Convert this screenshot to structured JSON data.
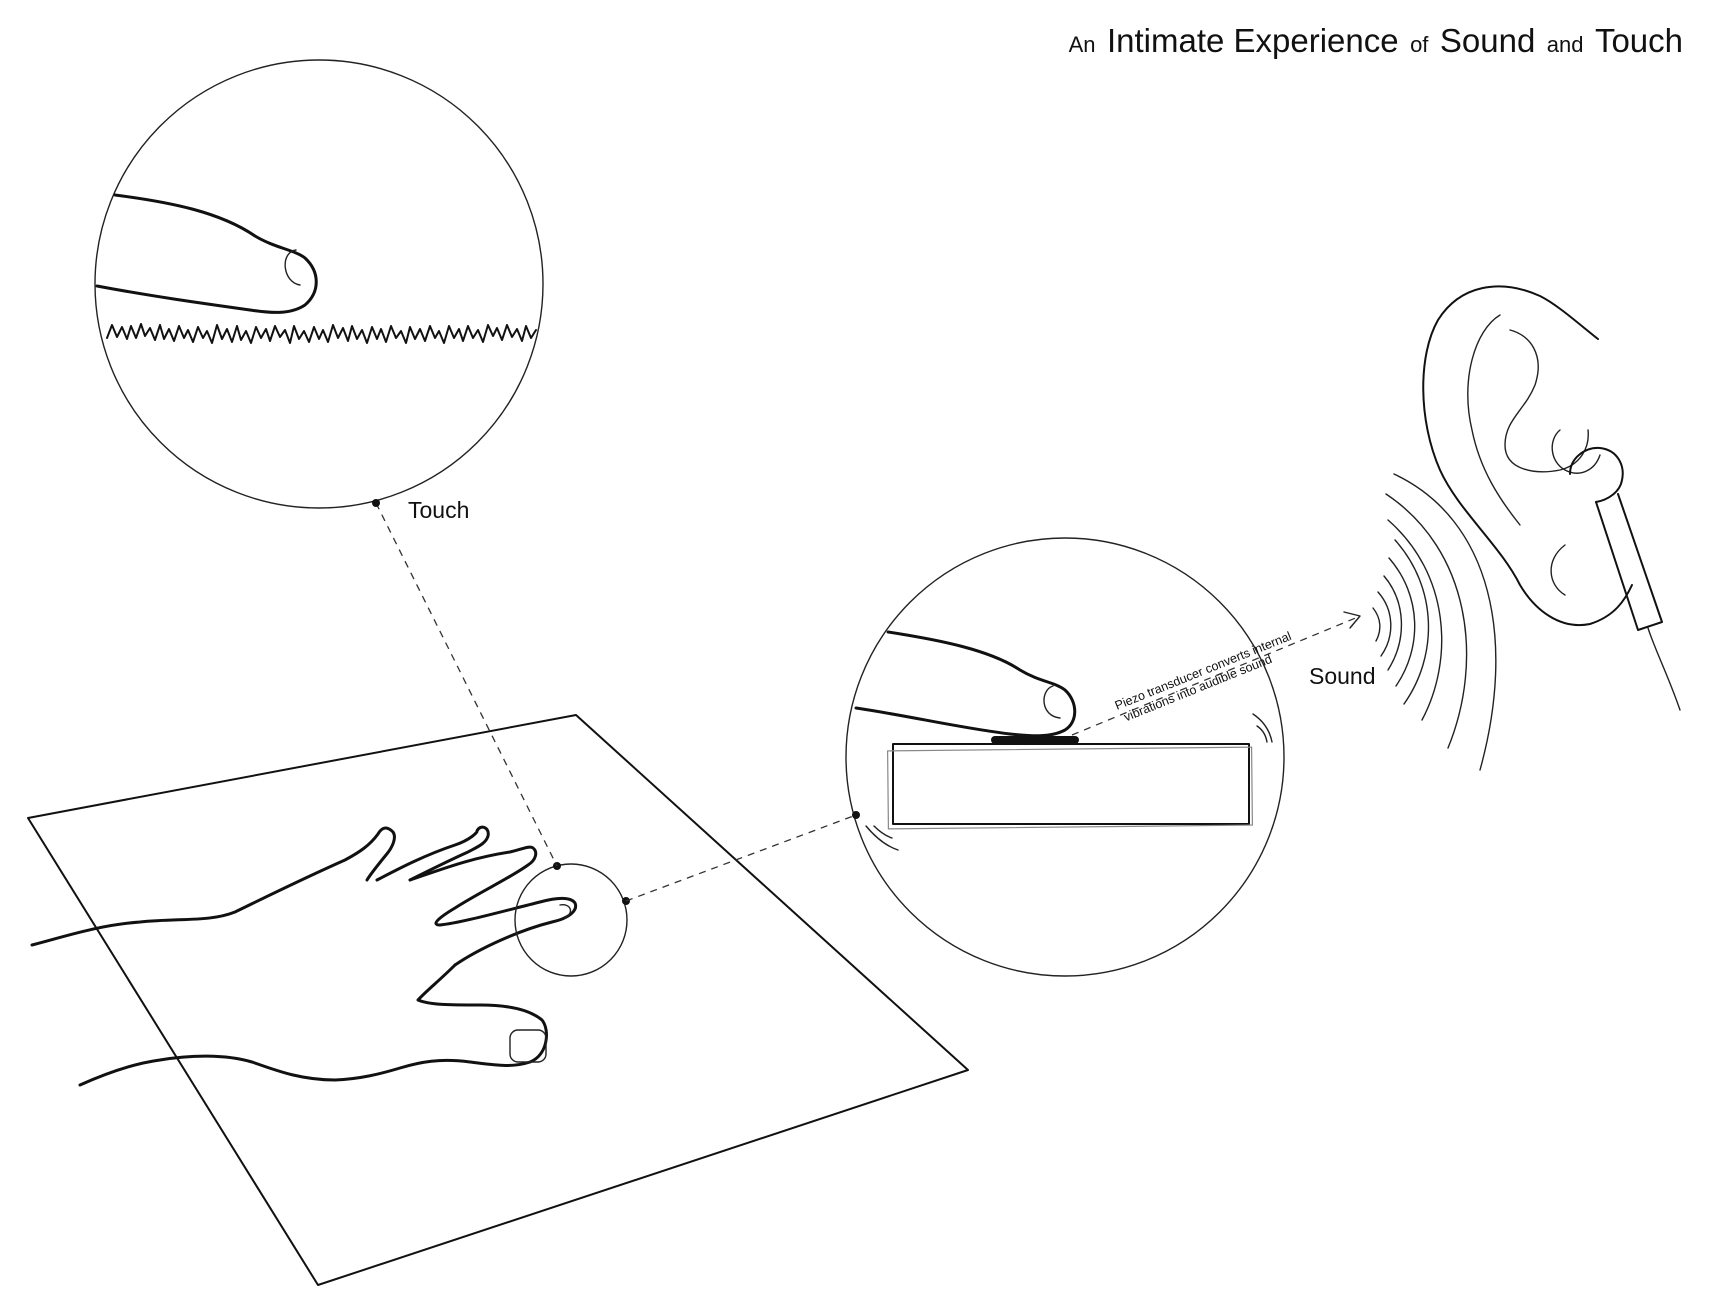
{
  "title": {
    "w1": "An",
    "w2": "Intimate Experience",
    "w3": "of",
    "w4": "Sound",
    "w5": "and",
    "w6": "Touch"
  },
  "labels": {
    "touch": "Touch",
    "sound": "Sound"
  },
  "annotation": {
    "line1": "Piezo transducer converts internal",
    "line2": "vibrations into audible sound"
  },
  "colors": {
    "stroke": "#111111",
    "background": "#ffffff"
  }
}
